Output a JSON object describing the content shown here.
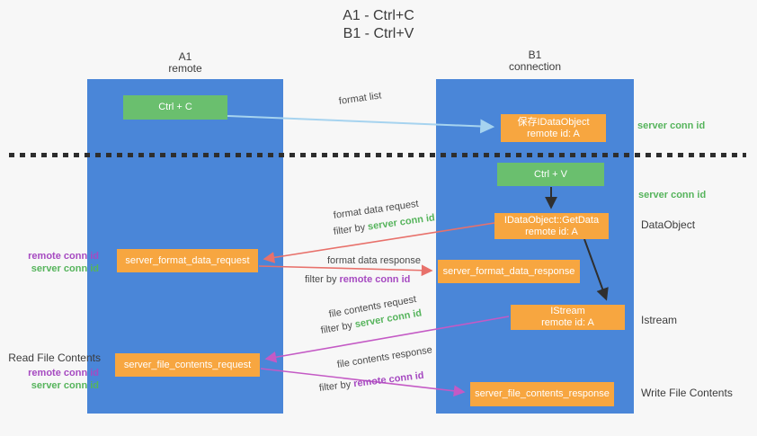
{
  "title": {
    "line1": "A1 - Ctrl+C",
    "line2": "B1 - Ctrl+V"
  },
  "columns": {
    "left": {
      "name": "A1",
      "subtitle": "remote"
    },
    "right": {
      "name": "B1",
      "subtitle": "connection"
    }
  },
  "nodes": {
    "ctrl_c": {
      "label": "Ctrl + C"
    },
    "save_idataobject": {
      "line1": "保存IDataObject",
      "line2": "remote id: A"
    },
    "ctrl_v": {
      "label": "Ctrl + V"
    },
    "getdata": {
      "line1": "IDataObject::GetData",
      "line2": "remote id: A"
    },
    "format_request": {
      "label": "server_format_data_request"
    },
    "format_response": {
      "label": "server_format_data_response"
    },
    "istream": {
      "line1": "IStream",
      "line2": "remote id: A"
    },
    "file_request": {
      "label": "server_file_contents_request"
    },
    "file_response": {
      "label": "server_file_contents_response"
    }
  },
  "side_labels": {
    "server_conn_id_top": "server conn id",
    "server_conn_id_mid": "server conn id",
    "dataobject": "DataObject",
    "istream": "Istream",
    "write_file_contents": "Write File Contents",
    "read_file_contents": "Read File Contents",
    "format_remote_conn_id": "remote conn id",
    "format_server_conn_id": "server conn id",
    "file_remote_conn_id": "remote conn id",
    "file_server_conn_id": "server conn id"
  },
  "flow_labels": {
    "format_list": "format list",
    "format_data_request": "format data request",
    "format_data_response": "format data response",
    "file_contents_request": "file contents request",
    "file_contents_response": "file contents response",
    "filter_by": "filter by ",
    "server_conn_id": "server conn id",
    "remote_conn_id": "remote conn id"
  },
  "colors": {
    "lane_blue": "#4a86d8",
    "node_green": "#6abf6e",
    "node_orange": "#f7a640",
    "conn_id_green": "#56b45c",
    "conn_id_purple": "#a64ac1",
    "arrow_salmon": "#e8716b",
    "arrow_magenta": "#c45ac5",
    "arrow_lightblue": "#a6d3ef",
    "arrow_black": "#2f2f2f"
  }
}
